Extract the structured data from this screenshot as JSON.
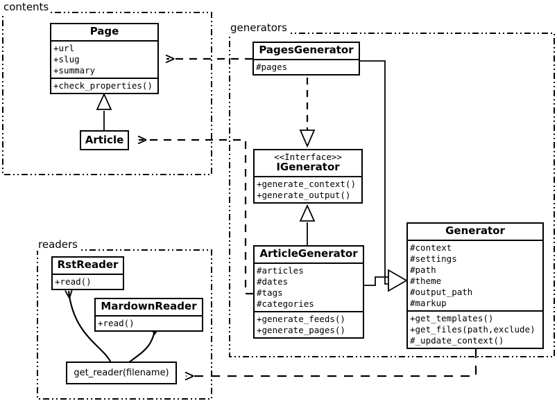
{
  "diagram": {
    "type": "uml-class-diagram",
    "background": "#ffffff",
    "line_color": "#000000"
  },
  "packages": [
    {
      "name": "contents",
      "label": "contents"
    },
    {
      "name": "generators",
      "label": "generators"
    },
    {
      "name": "readers",
      "label": "readers"
    }
  ],
  "classes": {
    "page": {
      "title": "Page",
      "attributes": [
        "+url",
        "+slug",
        "+summary"
      ],
      "methods": [
        "+check_properties()"
      ]
    },
    "article": {
      "title": "Article",
      "attributes": [],
      "methods": []
    },
    "pages_generator": {
      "title": "PagesGenerator",
      "attributes": [
        "#pages"
      ],
      "methods": []
    },
    "igenerator": {
      "stereotype": "<<Interface>>",
      "title": "IGenerator",
      "attributes": [],
      "methods": [
        "+generate_context()",
        "+generate_output()"
      ]
    },
    "article_generator": {
      "title": "ArticleGenerator",
      "attributes": [
        "#articles",
        "#dates",
        "#tags",
        "#categories"
      ],
      "methods": [
        "+generate_feeds()",
        "+generate_pages()"
      ]
    },
    "generator": {
      "title": "Generator",
      "attributes": [
        "#context",
        "#settings",
        "#path",
        "#theme",
        "#output_path",
        "#markup"
      ],
      "methods": [
        "+get_templates()",
        "+get_files(path,exclude)",
        "#_update_context()"
      ]
    },
    "rst_reader": {
      "title": "RstReader",
      "attributes": [],
      "methods": [
        "+read()"
      ]
    },
    "mardown_reader": {
      "title": "MardownReader",
      "attributes": [],
      "methods": [
        "+read()"
      ]
    }
  },
  "functions": {
    "get_reader": {
      "label": "get_reader(filename)"
    }
  },
  "relations": [
    {
      "name": "article-inherits-page",
      "kind": "generalization",
      "from": "Article",
      "to": "Page"
    },
    {
      "name": "pagesgenerator-realizes-igenerator",
      "kind": "realization",
      "from": "PagesGenerator",
      "to": "IGenerator"
    },
    {
      "name": "articlegenerator-realizes-igenerator",
      "kind": "generalization",
      "from": "ArticleGenerator",
      "to": "IGenerator"
    },
    {
      "name": "pagesgenerator-inherits-generator",
      "kind": "generalization",
      "from": "PagesGenerator",
      "to": "Generator"
    },
    {
      "name": "articlegenerator-inherits-generator",
      "kind": "generalization",
      "from": "ArticleGenerator",
      "to": "Generator"
    },
    {
      "name": "pagesgenerator-uses-page",
      "kind": "dependency",
      "from": "PagesGenerator",
      "to": "Page"
    },
    {
      "name": "articlegenerator-uses-article",
      "kind": "dependency",
      "from": "ArticleGenerator",
      "to": "Article"
    },
    {
      "name": "generator-uses-get-reader",
      "kind": "dependency",
      "from": "Generator",
      "to": "get_reader(filename)"
    },
    {
      "name": "get-reader-returns-rstreader",
      "kind": "association",
      "from": "get_reader(filename)",
      "to": "RstReader"
    },
    {
      "name": "get-reader-returns-mardownreader",
      "kind": "association",
      "from": "get_reader(filename)",
      "to": "MardownReader"
    }
  ]
}
